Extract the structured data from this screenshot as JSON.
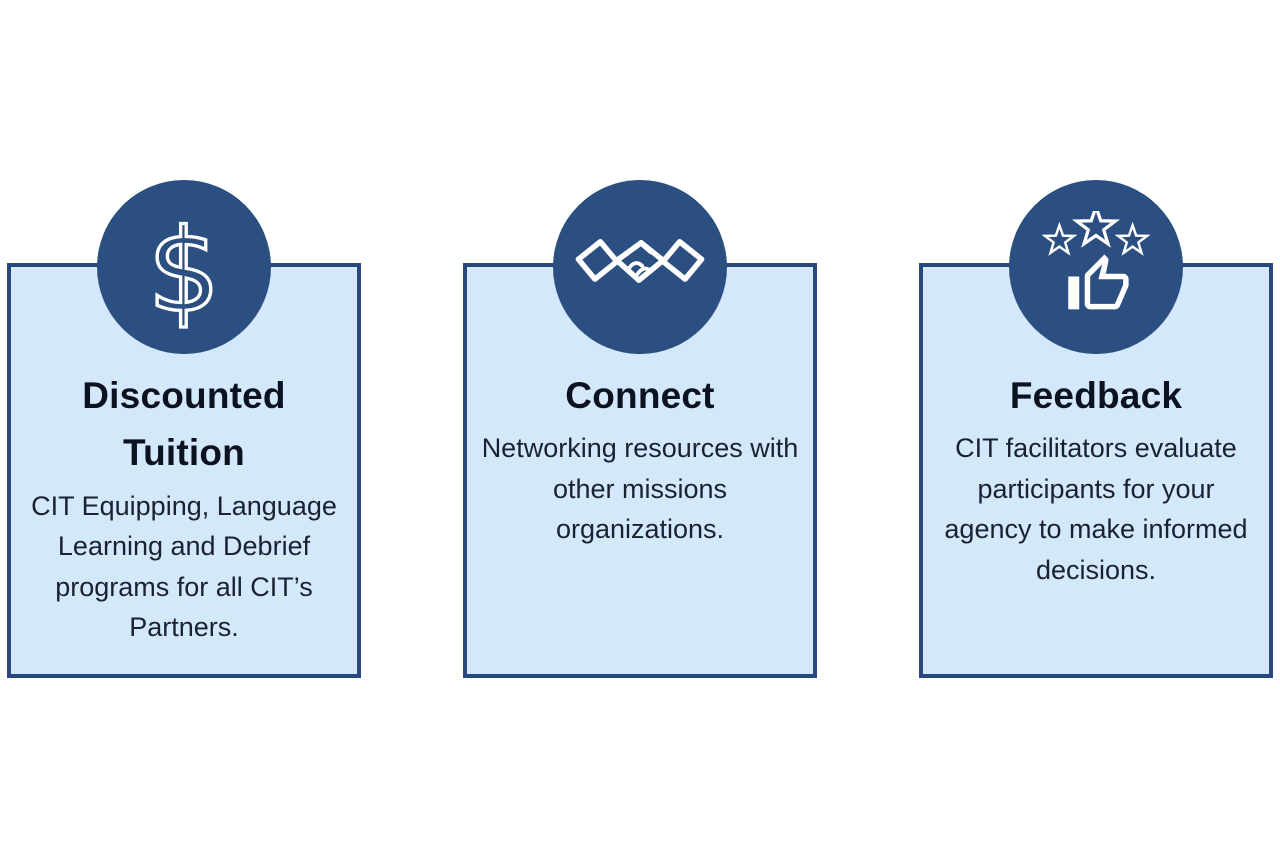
{
  "canvas": {
    "background": "#ffffff"
  },
  "theme": {
    "card_background": "#d3e8fa",
    "card_border": "#27497c",
    "icon_circle_background": "#2b4f80",
    "icon_color": "#ffffff",
    "title_color": "#0c1220",
    "body_color": "#1a2230"
  },
  "cards": [
    {
      "icon": "dollar-sign-icon",
      "title": "Discounted Tuition",
      "body": "CIT Equipping, Language Learning and Debrief programs for all CIT’s Partners."
    },
    {
      "icon": "handshake-icon",
      "title": "Connect",
      "body": "Networking resources with other missions organizations."
    },
    {
      "icon": "thumbs-up-stars-icon",
      "title": "Feedback",
      "body": "CIT facilitators evaluate participants for your agency to make informed decisions."
    }
  ]
}
